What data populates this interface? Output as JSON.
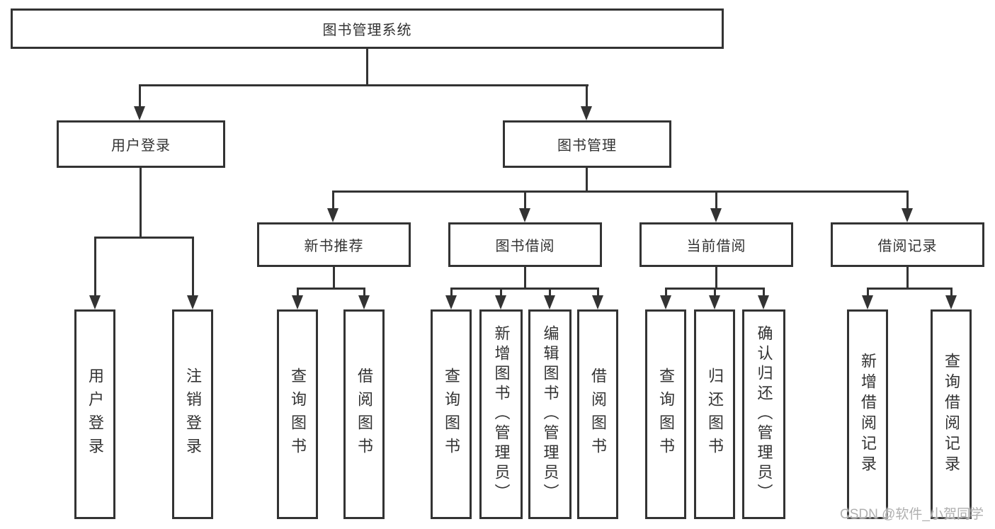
{
  "diagram": {
    "root": {
      "label": "图书管理系统"
    },
    "level2": [
      {
        "label": "用户登录"
      },
      {
        "label": "图书管理"
      }
    ],
    "level3": [
      {
        "label": "新书推荐"
      },
      {
        "label": "图书借阅"
      },
      {
        "label": "当前借阅"
      },
      {
        "label": "借阅记录"
      }
    ],
    "leaves": {
      "login": [
        {
          "label": "用户登录"
        },
        {
          "label": "注销登录"
        }
      ],
      "recommend": [
        {
          "label": "查询图书"
        },
        {
          "label": "借阅图书"
        }
      ],
      "borrow": [
        {
          "label": "查询图书"
        },
        {
          "label": "新增图书（管理员）"
        },
        {
          "label": "编辑图书（管理员）"
        },
        {
          "label": "借阅图书"
        }
      ],
      "current": [
        {
          "label": "查询图书"
        },
        {
          "label": "归还图书"
        },
        {
          "label": "确认归还（管理员）"
        }
      ],
      "records": [
        {
          "label": "新增借阅记录"
        },
        {
          "label": "查询借阅记录"
        }
      ]
    },
    "watermark": "CSDN @软件_小贺同学",
    "colors": {
      "line": "#333333",
      "text": "#333333",
      "watermark_text": "#b0b0b0",
      "background": "#ffffff"
    }
  }
}
